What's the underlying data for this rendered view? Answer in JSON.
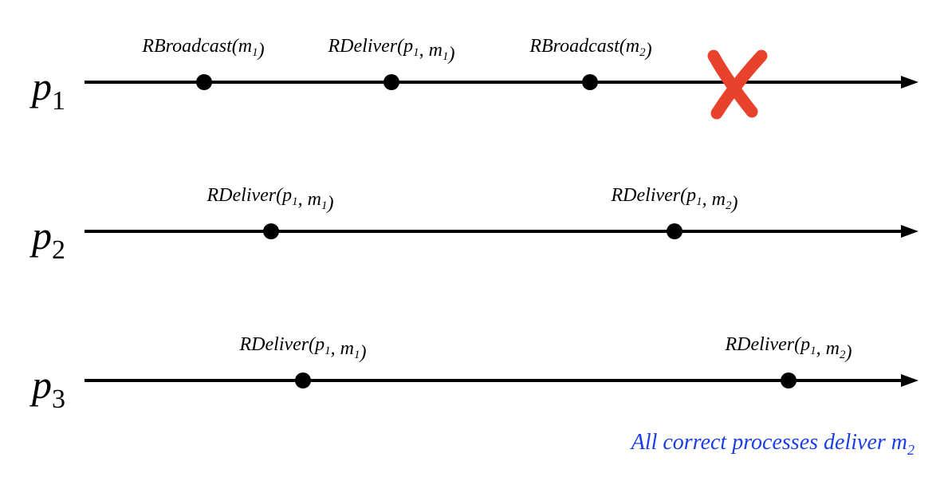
{
  "colors": {
    "line": "#000000",
    "crash": "#e8412c",
    "note": "#1a3ee8"
  },
  "processes": [
    {
      "name": "p",
      "sub": "1",
      "crashed": true,
      "events": [
        {
          "op": "RBroadcast(",
          "args": [
            {
              "v": "m",
              "s": "1"
            }
          ],
          "close": ")"
        },
        {
          "op": "RDeliver(",
          "args": [
            {
              "v": "p",
              "s": "1"
            },
            {
              "v": "m",
              "s": "1"
            }
          ],
          "close": ")"
        },
        {
          "op": "RBroadcast(",
          "args": [
            {
              "v": "m",
              "s": "2"
            }
          ],
          "close": ")"
        }
      ]
    },
    {
      "name": "p",
      "sub": "2",
      "crashed": false,
      "events": [
        {
          "op": "RDeliver(",
          "args": [
            {
              "v": "p",
              "s": "1"
            },
            {
              "v": "m",
              "s": "1"
            }
          ],
          "close": ")"
        },
        {
          "op": "RDeliver(",
          "args": [
            {
              "v": "p",
              "s": "1"
            },
            {
              "v": "m",
              "s": "2"
            }
          ],
          "close": ")"
        }
      ]
    },
    {
      "name": "p",
      "sub": "3",
      "crashed": false,
      "events": [
        {
          "op": "RDeliver(",
          "args": [
            {
              "v": "p",
              "s": "1"
            },
            {
              "v": "m",
              "s": "1"
            }
          ],
          "close": ")"
        },
        {
          "op": "RDeliver(",
          "args": [
            {
              "v": "p",
              "s": "1"
            },
            {
              "v": "m",
              "s": "2"
            }
          ],
          "close": ")"
        }
      ]
    }
  ],
  "note": {
    "text": "All correct processes deliver m",
    "sub": "2"
  }
}
